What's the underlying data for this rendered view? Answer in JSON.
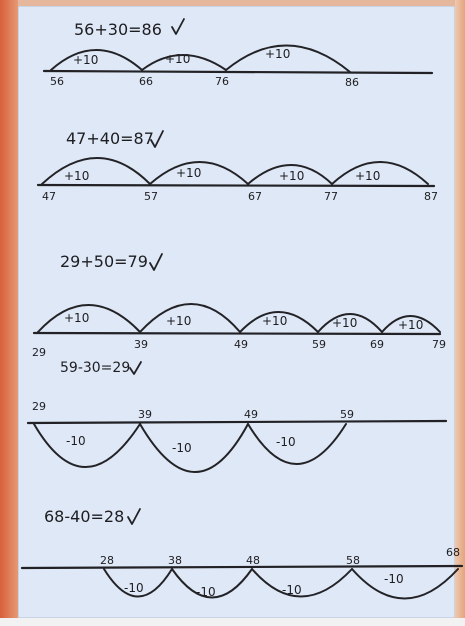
{
  "problems": [
    {
      "equation": "56+30=86",
      "ticks": [
        "56",
        "66",
        "76",
        "86"
      ],
      "jumps": [
        "+10",
        "+10",
        "+10"
      ]
    },
    {
      "equation": "47+40=87",
      "ticks": [
        "47",
        "57",
        "67",
        "77",
        "87"
      ],
      "jumps": [
        "+10",
        "+10",
        "+10",
        "+10"
      ]
    },
    {
      "equation": "29+50=79",
      "ticks": [
        "29",
        "39",
        "49",
        "59",
        "69",
        "79"
      ],
      "jumps": [
        "+10",
        "+10",
        "+10",
        "+10",
        "+10"
      ]
    },
    {
      "equation": "59-30=29",
      "ticks": [
        "29",
        "39",
        "49",
        "59"
      ],
      "jumps": [
        "-10",
        "-10",
        "-10"
      ]
    },
    {
      "equation": "68-40=28",
      "ticks": [
        "28",
        "38",
        "48",
        "58",
        "68"
      ],
      "jumps": [
        "-10",
        "-10",
        "-10",
        "-10"
      ]
    }
  ]
}
